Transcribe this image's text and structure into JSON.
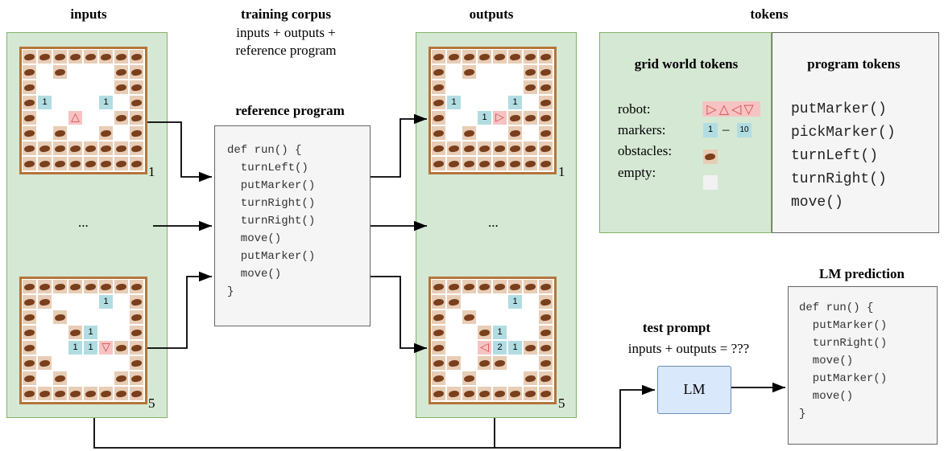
{
  "headers": {
    "inputs": "inputs",
    "training_corpus": "training corpus",
    "training_corpus_sub": [
      "inputs + outputs +",
      "reference program"
    ],
    "outputs": "outputs",
    "tokens": "tokens",
    "reference_program": "reference program",
    "test_prompt": "test prompt",
    "test_prompt_sub": "inputs + outputs = ???",
    "lm_prediction": "LM prediction",
    "lm": "LM",
    "ellipsis": "..."
  },
  "grid_numbers": {
    "first": "1",
    "last": "5"
  },
  "reference_program": [
    "def run() {",
    "  turnLeft()",
    "  putMarker()",
    "  turnRight()",
    "  turnRight()",
    "  move()",
    "  putMarker()",
    "  move()",
    "}"
  ],
  "lm_prediction": [
    "def run() {",
    "  putMarker()",
    "  turnRight()",
    "  move()",
    "  putMarker()",
    "  move()",
    "}"
  ],
  "grid_world_tokens": {
    "title": "grid world tokens",
    "labels": [
      "robot:",
      "markers:",
      "obstacles:",
      "empty:"
    ],
    "robot_glyphs": [
      "▷",
      "△",
      "◁",
      "▽"
    ],
    "marker_min": "1",
    "marker_dash": "–",
    "marker_max": "10"
  },
  "program_tokens": {
    "title": "program tokens",
    "items": [
      "putMarker()",
      "pickMarker()",
      "turnLeft()",
      "turnRight()",
      "move()"
    ]
  },
  "grids": {
    "in1": {
      "walls": [
        [
          2,
          1
        ],
        [
          6,
          1
        ],
        [
          6,
          2
        ],
        [
          6,
          4
        ],
        [
          5,
          5
        ],
        [
          1,
          6
        ],
        [
          2,
          6
        ],
        [
          3,
          6
        ],
        [
          4,
          6
        ],
        [
          5,
          6
        ],
        [
          6,
          6
        ],
        [
          2,
          5
        ]
      ],
      "markers": [
        [
          1,
          3,
          "1"
        ],
        [
          5,
          3,
          "1"
        ]
      ],
      "robot": [
        3,
        4,
        "△"
      ]
    },
    "out1": {
      "walls": [
        [
          2,
          1
        ],
        [
          6,
          1
        ],
        [
          6,
          2
        ],
        [
          6,
          4
        ],
        [
          5,
          5
        ],
        [
          1,
          6
        ],
        [
          2,
          6
        ],
        [
          3,
          6
        ],
        [
          4,
          6
        ],
        [
          5,
          6
        ],
        [
          6,
          6
        ],
        [
          2,
          5
        ],
        [
          5,
          3
        ],
        [
          5,
          4
        ]
      ],
      "markers": [
        [
          1,
          3,
          "1"
        ],
        [
          5,
          3,
          "1"
        ],
        [
          3,
          4,
          "1"
        ]
      ],
      "robot": [
        4,
        4,
        "▷"
      ]
    },
    "in5": {
      "walls": [
        [
          1,
          1
        ],
        [
          2,
          2
        ],
        [
          3,
          3
        ],
        [
          3,
          4
        ],
        [
          5,
          4
        ],
        [
          6,
          4
        ],
        [
          6,
          6
        ],
        [
          1,
          5
        ],
        [
          2,
          6
        ],
        [
          5,
          1
        ]
      ],
      "markers": [
        [
          5,
          1,
          "1"
        ],
        [
          4,
          3,
          "1"
        ],
        [
          3,
          4,
          "1"
        ],
        [
          4,
          4,
          "1"
        ]
      ],
      "robot": [
        5,
        4,
        "▽"
      ]
    },
    "out5": {
      "walls": [
        [
          1,
          1
        ],
        [
          2,
          2
        ],
        [
          3,
          3
        ],
        [
          6,
          4
        ],
        [
          6,
          6
        ],
        [
          1,
          5
        ],
        [
          2,
          6
        ],
        [
          3,
          5
        ],
        [
          4,
          5
        ]
      ],
      "markers": [
        [
          5,
          1,
          "1"
        ],
        [
          4,
          3,
          "1"
        ],
        [
          4,
          4,
          "2"
        ],
        [
          5,
          4,
          "1"
        ]
      ],
      "robot": [
        3,
        4,
        "◁"
      ]
    }
  },
  "colors": {
    "green_fill": "#d5e8d4",
    "green_border": "#82b366",
    "gray_fill": "#f5f5f5",
    "lm_fill": "#dae8fc",
    "marker_fill": "#b1dde2",
    "robot_fill": "#f6c3c3",
    "wall_fill": "#e8cdb6",
    "rock": "#7a3f1c"
  }
}
